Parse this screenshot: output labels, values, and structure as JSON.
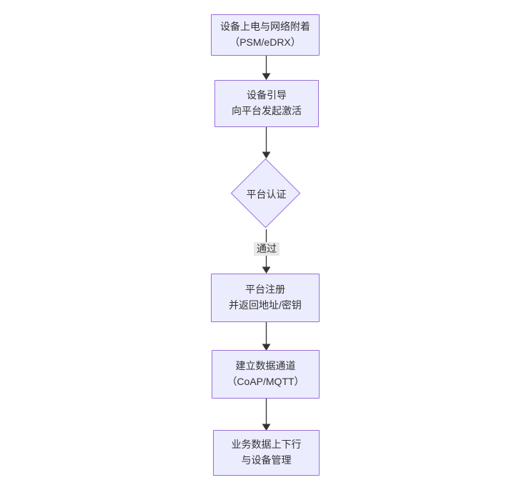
{
  "diagram": {
    "type": "flowchart",
    "direction": "top-down",
    "colors": {
      "node_fill": "#ECECFF",
      "node_border": "#9370DB",
      "edge": "#333333",
      "edge_label_bg": "#e8e8e8",
      "text": "#333333",
      "background": "#ffffff"
    },
    "nodes": [
      {
        "id": "power-on",
        "shape": "rect",
        "lines": [
          "设备上电与网络附着",
          "（PSM/eDRX）"
        ]
      },
      {
        "id": "bootstrap",
        "shape": "rect",
        "lines": [
          "设备引导",
          "向平台发起激活"
        ]
      },
      {
        "id": "auth",
        "shape": "diamond",
        "lines": [
          "平台认证"
        ]
      },
      {
        "id": "register",
        "shape": "rect",
        "lines": [
          "平台注册",
          "并返回地址/密钥"
        ]
      },
      {
        "id": "channel",
        "shape": "rect",
        "lines": [
          "建立数据通道",
          "（CoAP/MQTT）"
        ]
      },
      {
        "id": "business",
        "shape": "rect",
        "lines": [
          "业务数据上下行",
          "与设备管理"
        ]
      }
    ],
    "edges": [
      {
        "from": "power-on",
        "to": "bootstrap",
        "label": ""
      },
      {
        "from": "bootstrap",
        "to": "auth",
        "label": ""
      },
      {
        "from": "auth",
        "to": "register",
        "label": "通过"
      },
      {
        "from": "register",
        "to": "channel",
        "label": ""
      },
      {
        "from": "channel",
        "to": "business",
        "label": ""
      }
    ]
  }
}
